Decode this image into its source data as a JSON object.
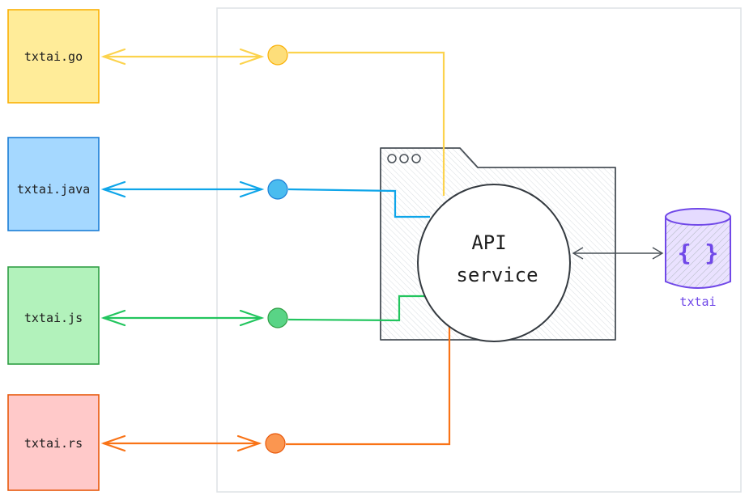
{
  "clients": [
    {
      "label": "txtai.go",
      "color": "#ffec99",
      "stroke": "#fab005",
      "line": "#fcd34d"
    },
    {
      "label": "txtai.java",
      "color": "#a5d8ff",
      "stroke": "#1c7ed6",
      "line": "#0ea5e9"
    },
    {
      "label": "txtai.js",
      "color": "#b2f2bb",
      "stroke": "#2f9e44",
      "line": "#22c55e"
    },
    {
      "label": "txtai.rs",
      "color": "#ffc9c9",
      "stroke": "#e8590c",
      "line": "#f97316"
    }
  ],
  "service": {
    "line1": "API",
    "line2": "service"
  },
  "database": {
    "icon": "{ }",
    "label": "txtai",
    "color": "#7048e8",
    "fill": "#d0bfff"
  }
}
